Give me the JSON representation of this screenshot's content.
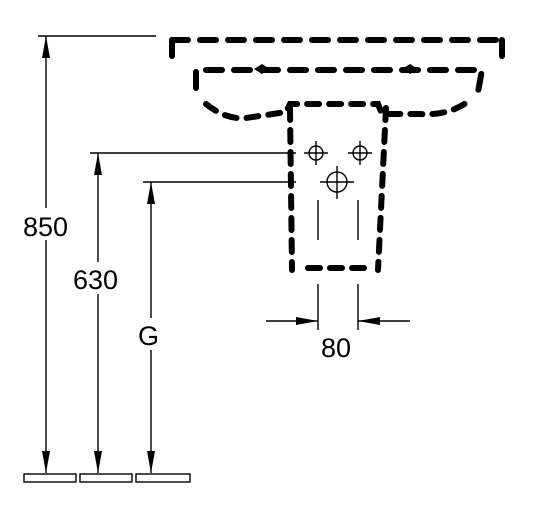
{
  "dimensions": {
    "total_height": "850",
    "rim_height": "630",
    "outlet_height": "G",
    "width": "80"
  },
  "colors": {
    "line": "#000000",
    "background": "#ffffff"
  }
}
